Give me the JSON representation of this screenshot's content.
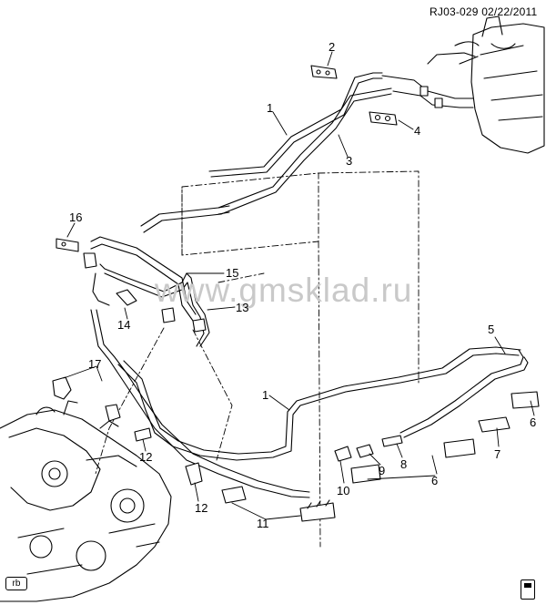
{
  "header": {
    "code": "RJ03-029",
    "date": "02/22/2011"
  },
  "watermark": "www.gmsklad.ru",
  "footer": {
    "left_badge": "rb",
    "right_icon": "manual-icon"
  },
  "callouts": [
    {
      "id": "c2",
      "label": "2"
    },
    {
      "id": "c1a",
      "label": "1"
    },
    {
      "id": "c3",
      "label": "3"
    },
    {
      "id": "c4",
      "label": "4"
    },
    {
      "id": "c16",
      "label": "16"
    },
    {
      "id": "c15",
      "label": "15"
    },
    {
      "id": "c13",
      "label": "13"
    },
    {
      "id": "c14",
      "label": "14"
    },
    {
      "id": "c5",
      "label": "5"
    },
    {
      "id": "c17",
      "label": "17"
    },
    {
      "id": "c1b",
      "label": "1"
    },
    {
      "id": "c6a",
      "label": "6"
    },
    {
      "id": "c7",
      "label": "7"
    },
    {
      "id": "c8",
      "label": "8"
    },
    {
      "id": "c9",
      "label": "9"
    },
    {
      "id": "c6b",
      "label": "6"
    },
    {
      "id": "c10",
      "label": "10"
    },
    {
      "id": "c12a",
      "label": "12"
    },
    {
      "id": "c12b",
      "label": "12"
    },
    {
      "id": "c11",
      "label": "11"
    }
  ]
}
